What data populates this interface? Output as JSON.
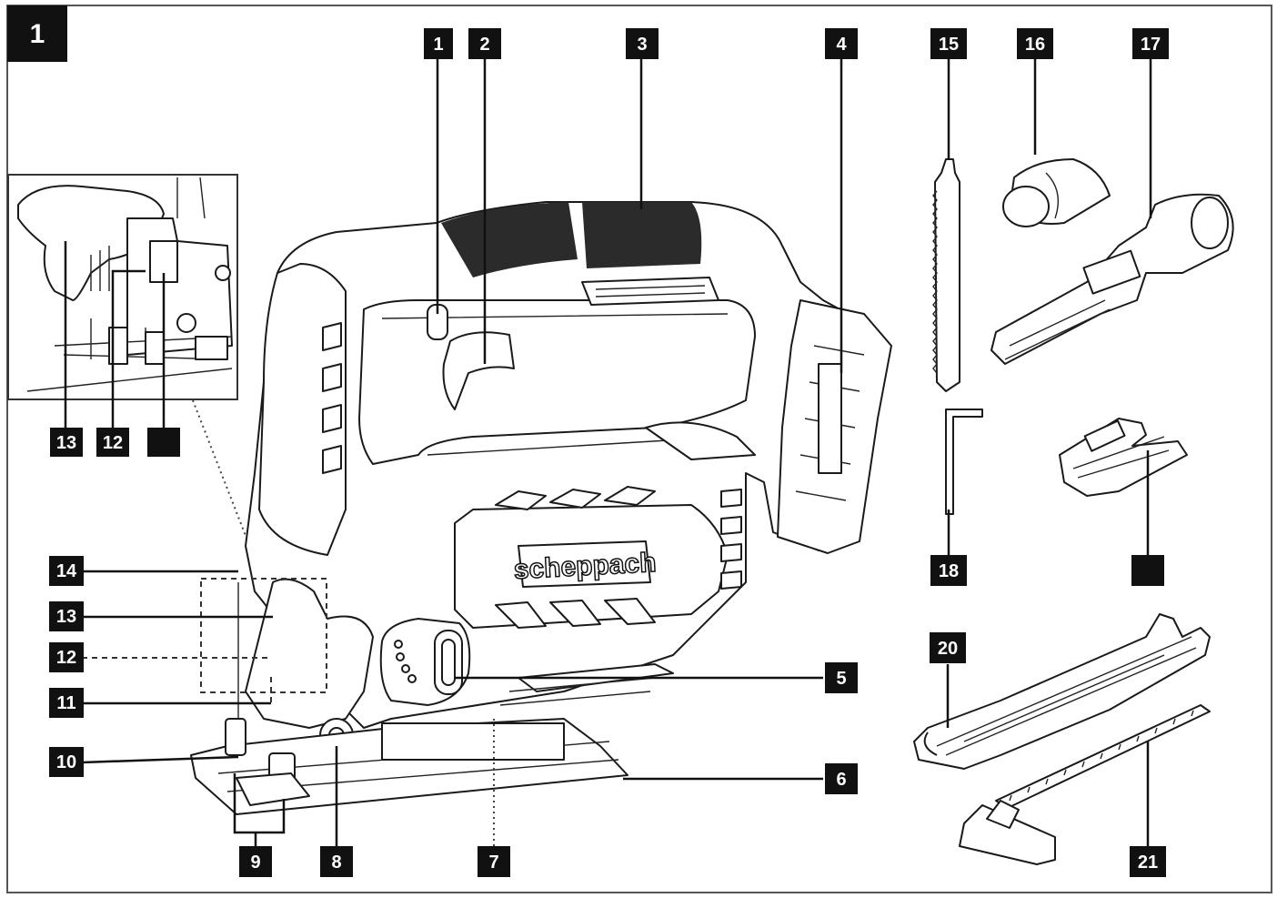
{
  "figure_number": "1",
  "brand_logo": "scheppach",
  "labels": {
    "l1": "1",
    "l2": "2",
    "l3": "3",
    "l4": "4",
    "l5": "5",
    "l6": "6",
    "l7": "7",
    "l8": "8",
    "l9": "9",
    "l10": "10",
    "l11": "11",
    "l12": "12",
    "l13": "13",
    "l14": "14",
    "l15": "15",
    "l16": "16",
    "l17": "17",
    "l18": "18",
    "l20": "20",
    "l21": "21",
    "inset_13": "13",
    "inset_12": "12"
  }
}
